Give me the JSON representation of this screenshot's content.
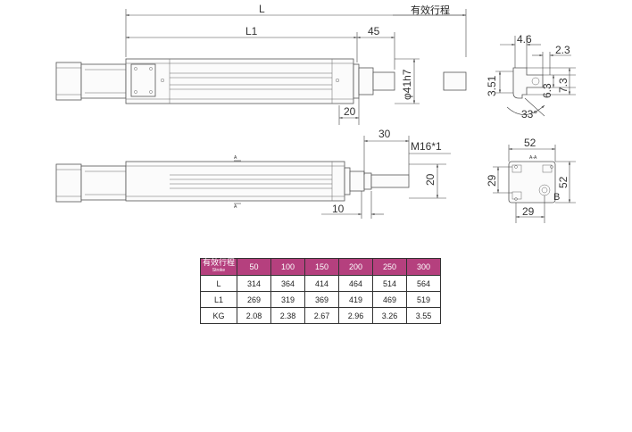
{
  "dimensions": {
    "L": "L",
    "L1": "L1",
    "d45": "45",
    "d20_top": "20",
    "dia": "φ41h7",
    "d30": "30",
    "thread": "M16*1",
    "d20_side": "20",
    "d10": "10",
    "stroke_label": "有效行程",
    "d4_6": "4.6",
    "d2_3": "2.3",
    "d3_51": "3.51",
    "d6_3": "6.3",
    "d7_3": "7.3",
    "angle": "33°",
    "d52_top": "52",
    "d52_right": "52",
    "d29_left": "29",
    "d29_bottom": "29",
    "mark_B": "B",
    "mark_A": "A",
    "mark_aa": "A-A"
  },
  "table": {
    "corner_cn": "有效行程",
    "corner_en": "Stroke",
    "headers": [
      "50",
      "100",
      "150",
      "200",
      "250",
      "300"
    ],
    "rows": [
      {
        "label": "L",
        "values": [
          "314",
          "364",
          "414",
          "464",
          "514",
          "564"
        ]
      },
      {
        "label": "L1",
        "values": [
          "269",
          "319",
          "369",
          "419",
          "469",
          "519"
        ]
      },
      {
        "label": "KG",
        "values": [
          "2.08",
          "2.38",
          "2.67",
          "2.96",
          "3.26",
          "3.55"
        ]
      }
    ]
  }
}
